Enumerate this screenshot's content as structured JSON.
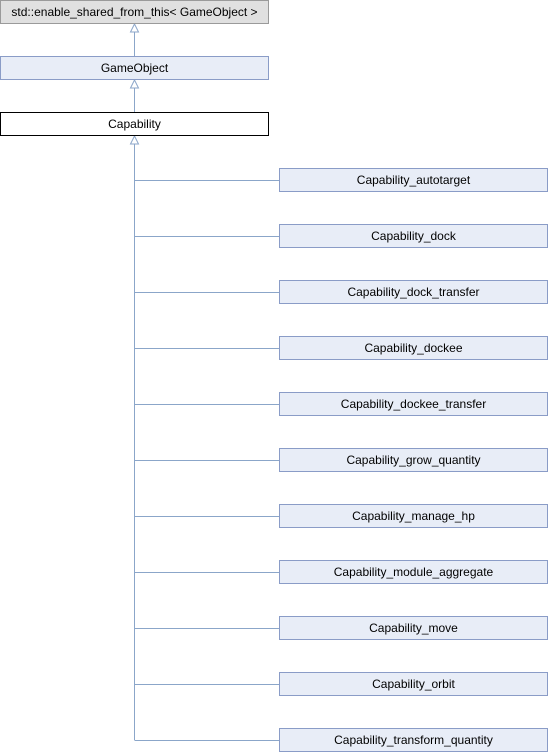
{
  "diagram": {
    "title": "",
    "edge_color": "#8ba6c9",
    "node_colors": {
      "base": "#e0e0e0",
      "class": "#e8edf7",
      "current": "#ffffff"
    },
    "base": "std::enable_shared_from_this< GameObject >",
    "parent": "GameObject",
    "current": "Capability",
    "children": [
      "Capability_autotarget",
      "Capability_dock",
      "Capability_dock_transfer",
      "Capability_dockee",
      "Capability_dockee_transfer",
      "Capability_grow_quantity",
      "Capability_manage_hp",
      "Capability_module_aggregate",
      "Capability_move",
      "Capability_orbit",
      "Capability_transform_quantity"
    ]
  }
}
